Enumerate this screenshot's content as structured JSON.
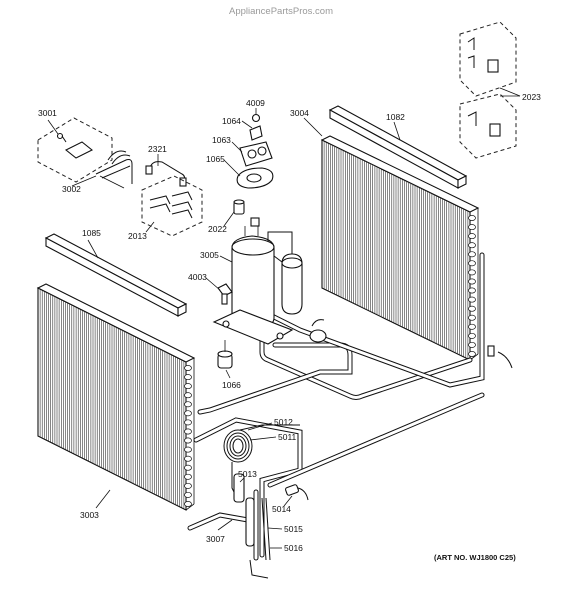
{
  "watermark": "AppliancePartsPros.com",
  "art_number": "(ART NO. WJ1800 C25)",
  "parts": {
    "p3001": "3001",
    "p3002": "3002",
    "p2321": "2321",
    "p2013": "2013",
    "p4009": "4009",
    "p1064": "1064",
    "p1063": "1063",
    "p1065": "1065",
    "p2022": "2022",
    "p3005": "3005",
    "p4003": "4003",
    "p1066": "1066",
    "p3004": "3004",
    "p1082": "1082",
    "p2023": "2023",
    "p1085": "1085",
    "p3003": "3003",
    "p5012": "5012",
    "p5011": "5011",
    "p5013": "5013",
    "p5014": "5014",
    "p3007": "3007",
    "p5015": "5015",
    "p5016": "5016"
  }
}
